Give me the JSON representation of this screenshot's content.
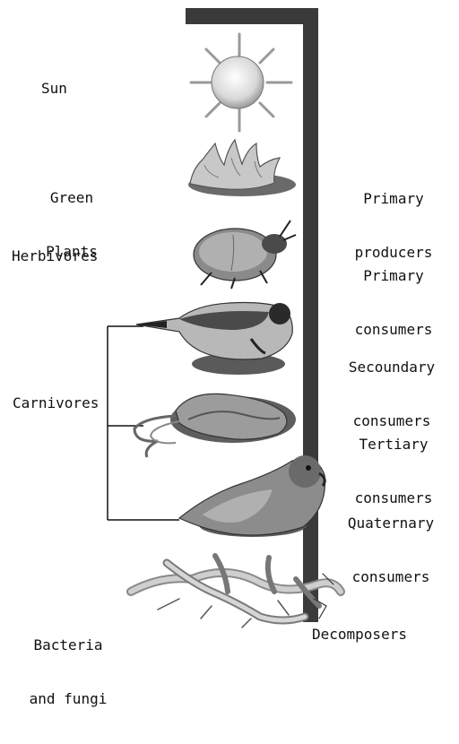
{
  "left_labels": {
    "sun": "Sun",
    "green_plants": [
      "Green",
      "Plants"
    ],
    "herbivores": "Herbivores",
    "carnivores": "Carnivores",
    "bacteria_fungi": [
      "Bacteria",
      "and fungi"
    ]
  },
  "right_labels": {
    "primary_producers": [
      "Primary",
      "producers"
    ],
    "primary_consumers": [
      "Primary",
      "consumers"
    ],
    "secondary_consumers": [
      "Secoundary",
      "consumers"
    ],
    "tertiary_consumers": [
      "Tertiary",
      "consumers"
    ],
    "quaternary_consumers": [
      "Quaternary",
      "consumers"
    ],
    "decomposers": "Decomposers"
  },
  "icons": [
    "sun-icon",
    "plant-icon",
    "beetle-icon",
    "bird-icon",
    "snake-icon",
    "hawk-icon",
    "roots-fungi-icon"
  ],
  "colors": {
    "bar": "#3a3a3a",
    "ink": "#111111"
  }
}
